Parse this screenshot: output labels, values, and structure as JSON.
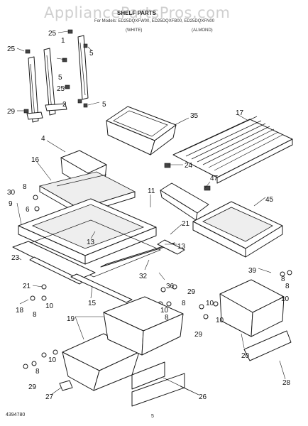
{
  "watermark": "AppliancePartsPros.com",
  "header": {
    "title": "SHELF PARTS",
    "models_line": "For Models: ED25DQXFW00, ED25DQXFB00, ED25DQXFN00",
    "code_a": "(WHITE)",
    "code_b": "(ALMOND)"
  },
  "footer": {
    "part_number": "4394780",
    "page_number": "5"
  },
  "callouts": [
    "25",
    "1",
    "5",
    "25",
    "5",
    "25",
    "2",
    "5",
    "35",
    "17",
    "4",
    "16",
    "24",
    "47",
    "11",
    "45",
    "8",
    "30",
    "6",
    "9",
    "21",
    "13",
    "13",
    "32",
    "39",
    "29",
    "8",
    "23",
    "21",
    "8",
    "10",
    "36",
    "29",
    "10",
    "8",
    "15",
    "18",
    "19",
    "8",
    "10",
    "29",
    "10",
    "8",
    "10",
    "20",
    "29",
    "27",
    "26",
    "28"
  ]
}
